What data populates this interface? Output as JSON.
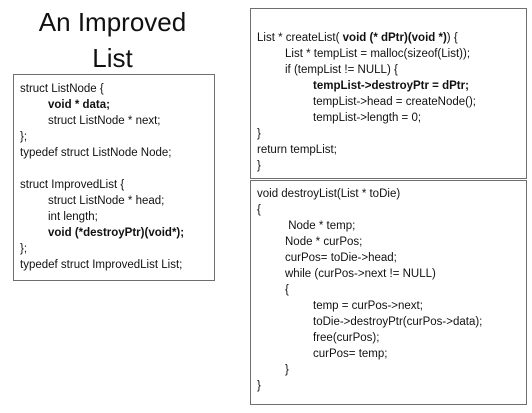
{
  "title": {
    "line1": "An Improved",
    "line2": "List"
  },
  "structs_box": {
    "lines": [
      {
        "text": "struct ListNode {",
        "indent": 0,
        "bold": false
      },
      {
        "text": "void * data;",
        "indent": 1,
        "bold": true
      },
      {
        "text": "struct ListNode * next;",
        "indent": 1,
        "bold": false
      },
      {
        "text": "};",
        "indent": 0,
        "bold": false
      },
      {
        "text": "typedef struct ListNode Node;",
        "indent": 0,
        "bold": false
      },
      {
        "text": "",
        "indent": 0,
        "bold": false
      },
      {
        "text": "struct ImprovedList {",
        "indent": 0,
        "bold": false
      },
      {
        "text": "struct ListNode * head;",
        "indent": 1,
        "bold": false
      },
      {
        "text": "int length;",
        "indent": 1,
        "bold": false
      },
      {
        "text": "void (*destroyPtr)(void*);",
        "indent": 1,
        "bold": true
      },
      {
        "text": "};",
        "indent": 0,
        "bold": false
      },
      {
        "text": "typedef struct ImprovedList List;",
        "indent": 0,
        "bold": false
      }
    ]
  },
  "create_box": {
    "lines": [
      {
        "parts": [
          {
            "t": "List * createList( ",
            "b": false
          },
          {
            "t": "void (* dPtr)(void *)",
            "b": true
          },
          {
            "t": ") {",
            "b": false
          }
        ],
        "indent": 0
      },
      {
        "parts": [
          {
            "t": "List * tempList = malloc(sizeof(List));",
            "b": false
          }
        ],
        "indent": 1
      },
      {
        "parts": [
          {
            "t": "if (tempList != NULL) {",
            "b": false
          }
        ],
        "indent": 1
      },
      {
        "parts": [
          {
            "t": "tempList->destroyPtr = dPtr;",
            "b": true
          }
        ],
        "indent": 2
      },
      {
        "parts": [
          {
            "t": "tempList->head = createNode();",
            "b": false
          }
        ],
        "indent": 2
      },
      {
        "parts": [
          {
            "t": "tempList->length = 0;",
            "b": false
          }
        ],
        "indent": 2
      },
      {
        "parts": [
          {
            "t": "}",
            "b": false
          }
        ],
        "indent": 0
      },
      {
        "parts": [
          {
            "t": "return tempList;",
            "b": false
          }
        ],
        "indent": 0
      },
      {
        "parts": [
          {
            "t": "}",
            "b": false
          }
        ],
        "indent": 0
      }
    ]
  },
  "destroy_box": {
    "lines": [
      {
        "text": "void destroyList(List * toDie)",
        "indent": 0
      },
      {
        "text": "{",
        "indent": 0
      },
      {
        "text": " Node * temp;",
        "indent": 1
      },
      {
        "text": "Node * curPos;",
        "indent": 1
      },
      {
        "text": "curPos= toDie->head;",
        "indent": 1
      },
      {
        "text": "while (curPos->next != NULL)",
        "indent": 1
      },
      {
        "text": "{",
        "indent": 1
      },
      {
        "text": "temp = curPos->next;",
        "indent": 2
      },
      {
        "text": "toDie->destroyPtr(curPos->data);",
        "indent": 2
      },
      {
        "text": "free(curPos);",
        "indent": 2
      },
      {
        "text": "curPos= temp;",
        "indent": 2
      },
      {
        "text": "}",
        "indent": 1
      },
      {
        "text": "}",
        "indent": 0
      }
    ]
  }
}
